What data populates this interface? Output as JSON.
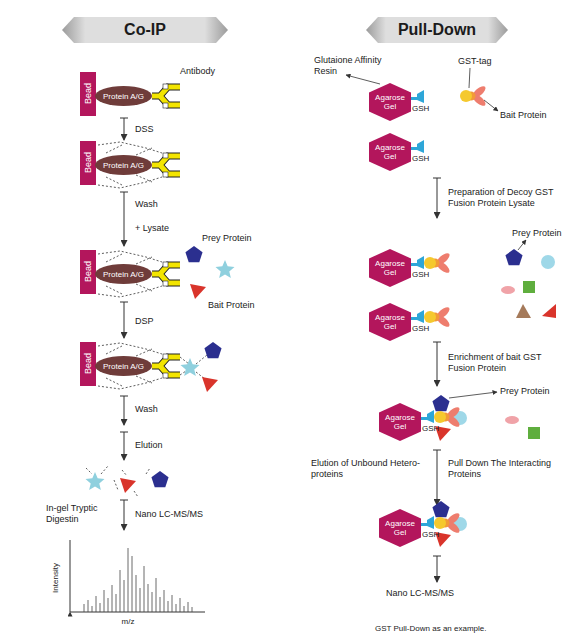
{
  "diagram": {
    "caption": "GST Pull-Down as an example.",
    "nodes": [
      {
        "text": [
          "Co-IP"
        ]
      },
      {
        "text": [
          "Bead"
        ]
      },
      {
        "text": [
          "Protein A/G"
        ]
      },
      {
        "text": [
          "Bead"
        ]
      },
      {
        "text": [
          "Protein A/G"
        ]
      },
      {
        "text": [
          "Bead"
        ]
      },
      {
        "text": [
          "Protein A/G"
        ]
      },
      {
        "text": [
          "Bead"
        ]
      },
      {
        "text": [
          "Protein A/G"
        ]
      },
      {
        "text": [
          "Pull-Down"
        ]
      },
      {
        "text": [
          "Agarose Gel"
        ]
      },
      {
        "text": [
          "Agarose Gel"
        ]
      },
      {
        "text": [
          "Agarose Gel"
        ]
      },
      {
        "text": [
          "Agarose Gel"
        ]
      },
      {
        "text": [
          "Agarose Gel"
        ]
      },
      {
        "text": [
          "Agarose Gel"
        ]
      }
    ],
    "labels": [
      "Antibody",
      "DSS",
      "Wash",
      "+ Lysate",
      "Prey Protein",
      "Bait Protein",
      "DSP",
      "Wash",
      "Elution",
      "In-gel Tryptic Digestin",
      "Nano LC-MS/MS",
      "Intensity",
      "m/z",
      "Glutaione Affinity Resin",
      "GST-tag",
      "Bait Protein",
      "GSH",
      "GSH",
      "Preparation of Decoy GST Fusion Protein Lysate",
      "Prey Protein",
      "GSH",
      "GSH",
      "Enrichment of bait GST Fusion Protein",
      "Prey Protein",
      "GSH",
      "Elution of Unbound Hetero-proteins",
      "Pull Down The Interacting Proteins",
      "GSH",
      "Nano LC-MS/MS"
    ]
  }
}
